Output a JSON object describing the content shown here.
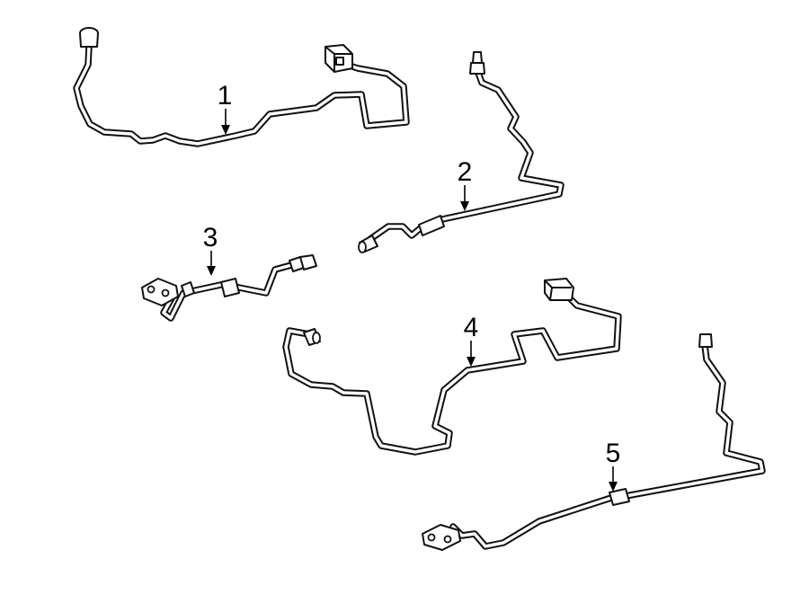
{
  "diagram": {
    "callouts": [
      {
        "id": "1",
        "label": "1"
      },
      {
        "id": "2",
        "label": "2"
      },
      {
        "id": "3",
        "label": "3"
      },
      {
        "id": "4",
        "label": "4"
      },
      {
        "id": "5",
        "label": "5"
      }
    ],
    "colors": {
      "line": "#111111",
      "background": "#ffffff"
    }
  }
}
